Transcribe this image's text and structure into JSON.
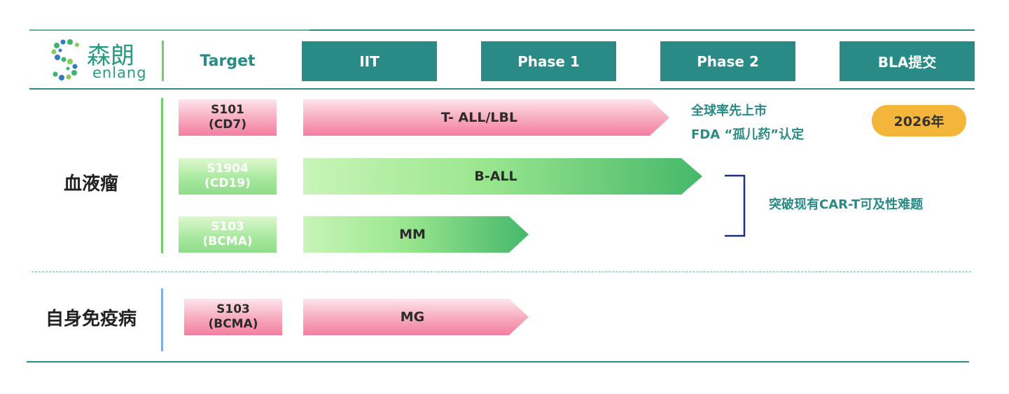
{
  "logo": {
    "brand_cn": "森朗",
    "brand_en": "enlang"
  },
  "header": {
    "target_label": "Target",
    "phases": [
      "IIT",
      "Phase 1",
      "Phase 2",
      "BLA提交"
    ]
  },
  "sections": {
    "blood": "血液瘤",
    "autoimmune": "自身免疫病"
  },
  "programs": [
    {
      "code": "S101",
      "target": "(CD7)",
      "indication": "T- ALL/LBL",
      "stage_reached": "Phase 2"
    },
    {
      "code": "S1904",
      "target": "(CD19)",
      "indication": "B-ALL",
      "stage_reached": "Phase 2"
    },
    {
      "code": "S103",
      "target": "(BCMA)",
      "indication": "MM",
      "stage_reached": "Phase 1"
    },
    {
      "code": "S103",
      "target": "(BCMA)",
      "indication": "MG",
      "stage_reached": "Phase 1"
    }
  ],
  "notes": {
    "s101_line1": "全球率先上市",
    "s101_line2": "FDA “孤儿药”认定",
    "badge": "2026年",
    "car_t": "突破现有CAR-T可及性难题"
  },
  "colors": {
    "teal": "#2a8a86",
    "pink": "#f37ea0",
    "green": "#45b86a",
    "badge": "#f4b63a",
    "bracket": "#1d2f7a"
  }
}
